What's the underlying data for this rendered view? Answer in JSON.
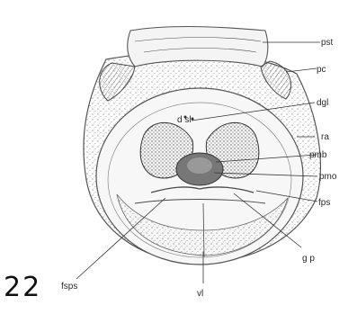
{
  "figure": {
    "number": "22",
    "labels": {
      "pst": "pst",
      "pc": "pc",
      "dgl": "dgl",
      "ra": "ra",
      "pmb": "pmb",
      "pmo": "pmo",
      "fps": "fps",
      "gp": "g p",
      "fsps": "fsps",
      "vl": "vl",
      "dsl": "d sl"
    }
  }
}
